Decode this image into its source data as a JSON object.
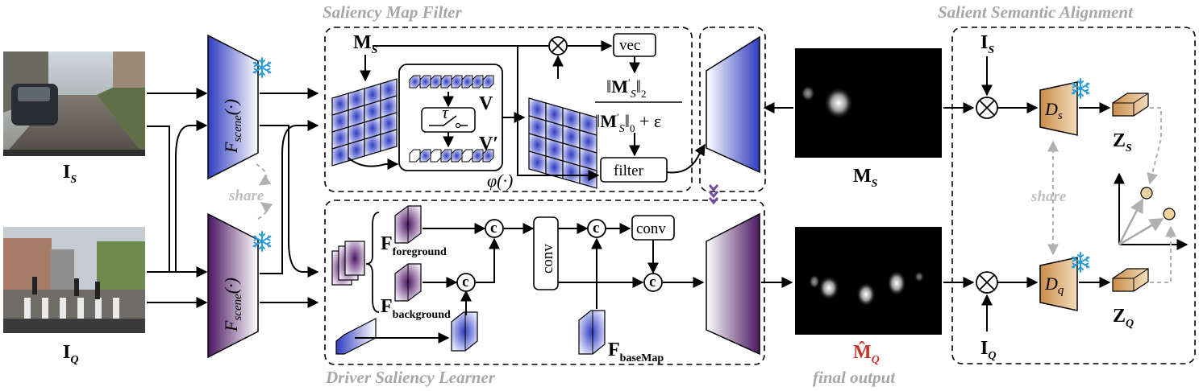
{
  "sections": {
    "saliency_map_filter": "Saliency Map Filter",
    "driver_saliency_learner": "Driver Saliency Learner",
    "salient_semantic_alignment": "Salient Semantic Alignment"
  },
  "inputs": {
    "source_label": "I",
    "source_sub": "S",
    "query_label": "I",
    "query_sub": "Q"
  },
  "encoders": {
    "scene_label": "F",
    "scene_sub": "scene",
    "scene_arg": "(·)",
    "share_label": "share",
    "frozen_icon": "snowflake-icon"
  },
  "filter": {
    "map_label": "M",
    "map_sub": "S",
    "v_label": "V",
    "v_prime_label": "V′",
    "tau_label": "τ",
    "vec_label": "vec",
    "norm_top": "‖M′S‖2",
    "norm_bottom": "‖M′S‖0 + ε",
    "filter_label": "filter",
    "phi_label": "φ(·)"
  },
  "learner": {
    "F_label": "F",
    "foreground_sub": "foreground",
    "background_sub": "background",
    "basemap_sub": "baseMap",
    "conv1_label": "conv",
    "conv2_label": "conv",
    "concat_symbol": "c"
  },
  "outputs": {
    "map_label": "M",
    "map_sub": "S",
    "pred_label": "M̂",
    "pred_sub": "Q",
    "final_output": "final output"
  },
  "alignment": {
    "I_label": "I",
    "Is_sub": "S",
    "Iq_sub": "Q",
    "Ds_label": "D",
    "Ds_sub": "s",
    "Dq_label": "D",
    "Dq_sub": "q",
    "Zs_label": "Z",
    "Zs_sub": "S",
    "Zq_label": "Z",
    "Zq_sub": "Q",
    "share_label": "share",
    "multiply_symbol": "⊗"
  },
  "colors": {
    "blue": "#3a44c8",
    "purple": "#5b1a6e",
    "gold": "#d8a86a",
    "gray_text": "#a6a6a6",
    "red": "#c0392b"
  }
}
